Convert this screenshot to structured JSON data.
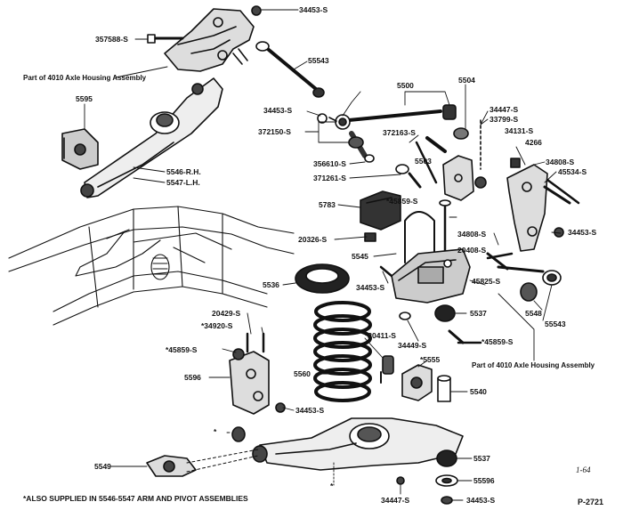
{
  "footnote": "*ALSO SUPPLIED IN 5546-5547 ARM AND PIVOT ASSEMBLIES",
  "figure_code": "P-2721",
  "date_mark": "1-64",
  "notes": {
    "axle_housing_top": "Part of 4010 Axle Housing Assembly",
    "axle_housing_right": "Part of 4010 Axle Housing Assembly"
  },
  "labels": {
    "p34453_top": "34453-S",
    "p357588": "357588-S",
    "p55543_top": "55543",
    "p5595": "5595",
    "p5546": "5546-R.H.",
    "p5547": "5547-L.H.",
    "p5500": "5500",
    "p5504": "5504",
    "p34447_top": "34447-S",
    "p33799": "33799-S",
    "p34131": "34131-S",
    "p4266": "4266",
    "p34453_mid": "34453-S",
    "p372150": "372150-S",
    "p372163": "372163-S",
    "p356610": "356610-S",
    "p5503": "5503",
    "p371261": "371261-S",
    "p34808_top": "34808-S",
    "p45534": "45534-S",
    "p45859_top": "*45859-S",
    "p5783": "5783",
    "p34453_right": "34453-S",
    "p34808_mid": "34808-S",
    "p20408": "20408-S",
    "p20326": "20326-S",
    "p5545": "5545",
    "p5536": "5536",
    "p34453_center": "34453-S",
    "p45825": "45825-S",
    "p5548": "5548",
    "p55543_right": "55543",
    "p5537_top": "5537",
    "p20429": "20429-S",
    "p34920": "*34920-S",
    "p34449": "34449-S",
    "p45859_mid": "*45859-S",
    "p45859_left": "*45859-S",
    "p20411": "*20411-S",
    "p5555": "*5555",
    "p5560": "5560",
    "p5596": "5596",
    "p5540": "5540",
    "p34453_low": "34453-S",
    "p5549": "5549",
    "p5537_bottom": "5537",
    "p55596": "55596",
    "p34447_bottom": "34447-S",
    "p34453_bottom": "34453-S"
  }
}
